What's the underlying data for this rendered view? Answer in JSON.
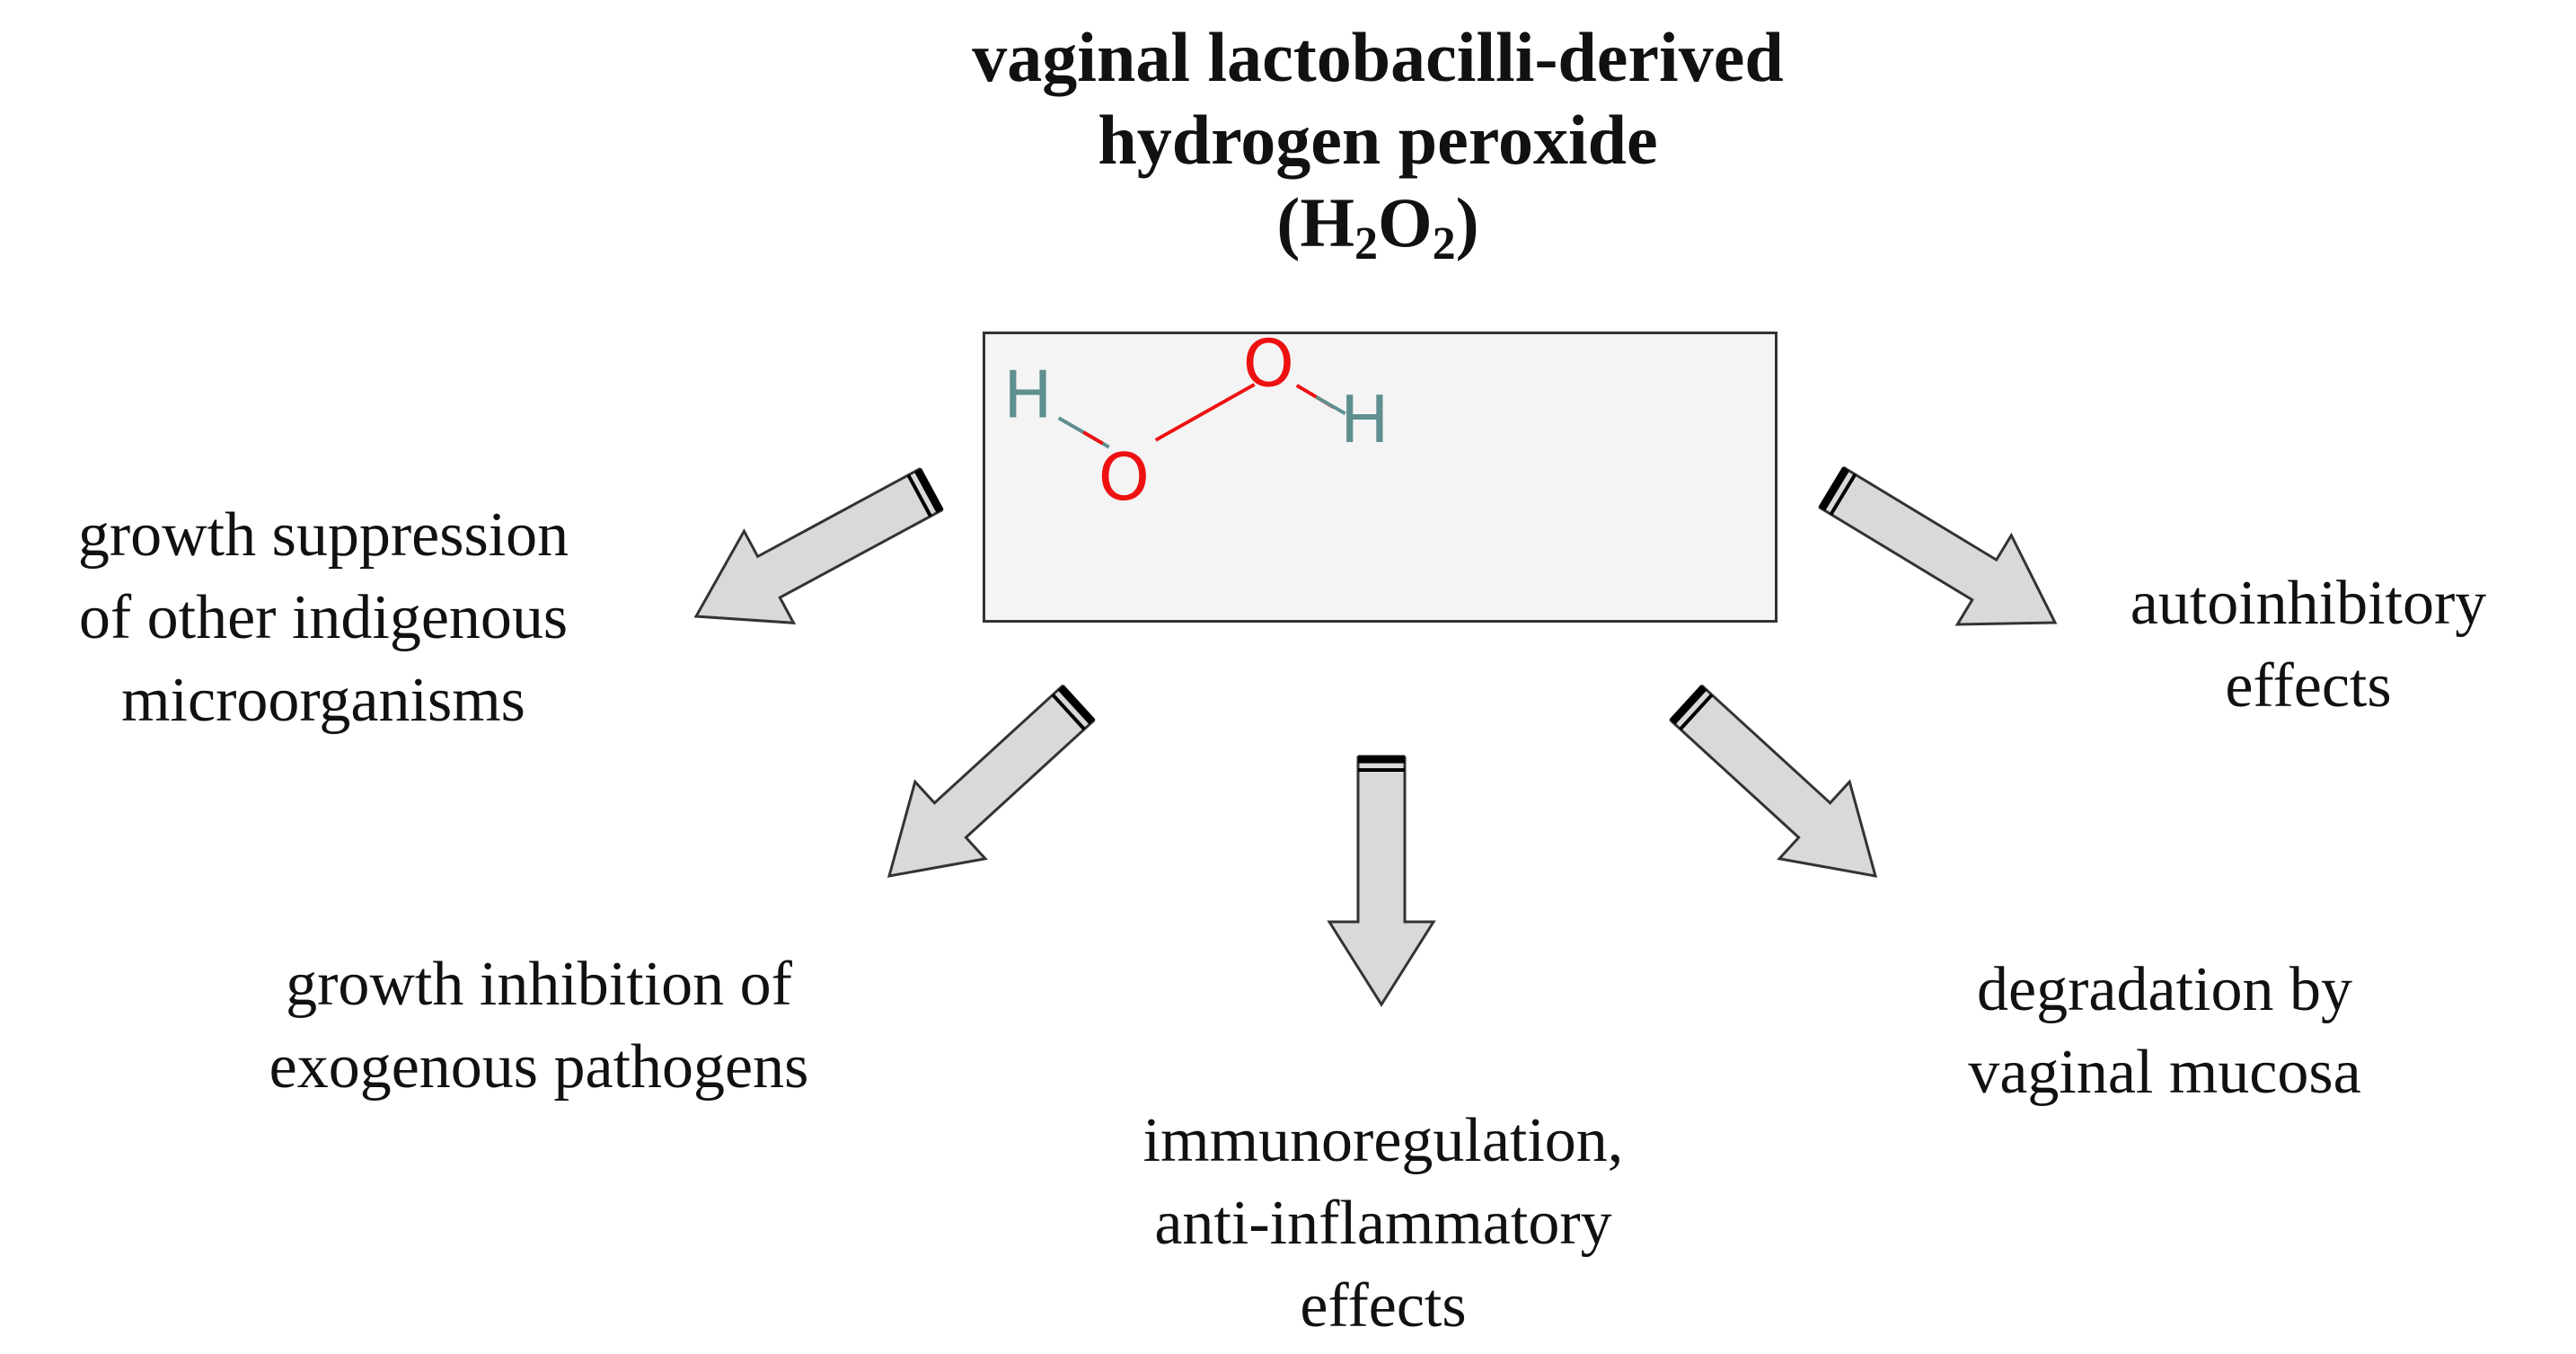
{
  "title": {
    "line1": "vaginal lactobacilli-derived",
    "line2": "hydrogen peroxide",
    "formula_open": "(H",
    "formula_sub1": "2",
    "formula_mid": "O",
    "formula_sub2": "2",
    "formula_close": ")"
  },
  "molecule": {
    "atoms": [
      {
        "symbol": "H",
        "color": "#5f8f8f"
      },
      {
        "symbol": "O",
        "color": "#ee1111"
      },
      {
        "symbol": "O",
        "color": "#ee1111"
      },
      {
        "symbol": "H",
        "color": "#5f8f8f"
      }
    ]
  },
  "effects": {
    "growth_suppression": [
      "growth suppression",
      "of other indigenous",
      "microorganisms"
    ],
    "growth_inhibition": [
      "growth inhibition of",
      "exogenous pathogens"
    ],
    "immunoregulation": [
      "immunoregulation,",
      "anti-inflammatory",
      "effects"
    ],
    "degradation": [
      "degradation by",
      "vaginal mucosa"
    ],
    "autoinhibitory": [
      "autoinhibitory",
      "effects"
    ]
  },
  "colors": {
    "arrow_fill": "#d9d9d9",
    "arrow_outline": "#333333",
    "box_background": "#f4f4f4",
    "hydrogen": "#5f8f8f",
    "oxygen": "#ee1111",
    "bond": "#ee1111"
  }
}
